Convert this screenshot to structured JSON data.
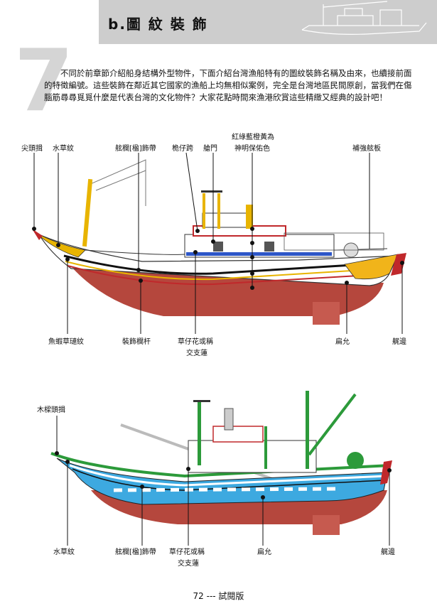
{
  "header": {
    "section_title": "b.圖 紋 裝 飾",
    "chapter_number": "7"
  },
  "intro_text": "不同於前章節介紹船身結構外型物件，下面介紹台灣漁船特有的圖紋裝飾名稱及由來，也續接前面的特徵編號。這些裝飾在鄰近其它國家的漁船上均無相似案例，完全是台灣地區民間原創，當我們在傷腦筋尋尋覓覓什麼是代表台灣的文化物件？大家花點時間來漁港欣賞這些精緻又經典的設計吧！",
  "figure1": {
    "labels": {
      "jian_tou_yi": "尖頭揖",
      "shui_cao_wen": "水草紋",
      "xian_lan_shi_dai": "舷欄[楹]飾帶",
      "wei_zi_kua": "桅仔跨",
      "lun_men": "艙門",
      "color_line1": "紅綠藍橙黃為",
      "color_line2": "神明保佑色",
      "bu_qiang_xian_ban": "補強舷板",
      "yu_xia_cao_lian_wen": "魚蝦草璉紋",
      "zhuang_shi_lan_gan": "裝飾欄杆",
      "cao_zai_hua_line1": "草仔花或稱",
      "cao_zai_hua_line2": "交支蓮",
      "bian_yun": "扁允",
      "xian_bian": "艉邊"
    }
  },
  "figure2": {
    "labels": {
      "mu_liang_tou_yi": "木樑頭揖",
      "shui_cao_wen": "水草紋",
      "xian_lan_shi_dai": "舷欄[楹]飾帶",
      "cao_zai_hua_line1": "草仔花或稱",
      "cao_zai_hua_line2": "交支蓮",
      "bian_yun": "扁允",
      "xian_bian": "艉邊"
    }
  },
  "footer": {
    "page": "72 --- 試閱版"
  }
}
